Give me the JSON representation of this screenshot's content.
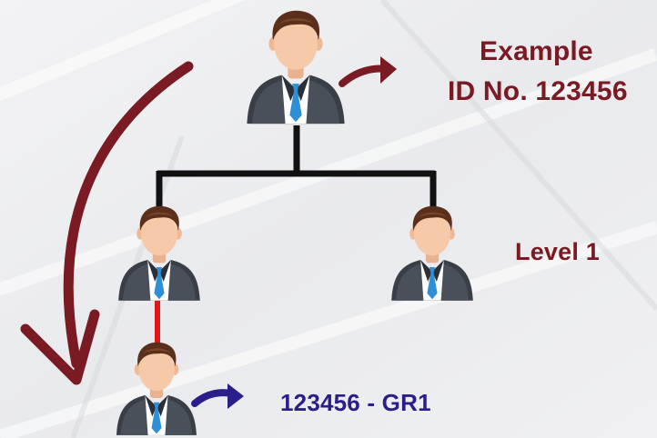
{
  "colors": {
    "accent": "#7a1a22",
    "secondary": "#2a1f8a",
    "connector": "#111111",
    "child_link": "#e0161b",
    "suit": "#3a3f47",
    "tie": "#2f8fd6",
    "skin": "#f6c9a8",
    "hair": "#5a2f1c"
  },
  "icons": [
    "person-icon",
    "curved-arrow-icon"
  ],
  "labels": {
    "example_line1": "Example",
    "example_line2": "ID No. 123456",
    "level": "Level 1",
    "child_id": "123456 - GR1"
  }
}
